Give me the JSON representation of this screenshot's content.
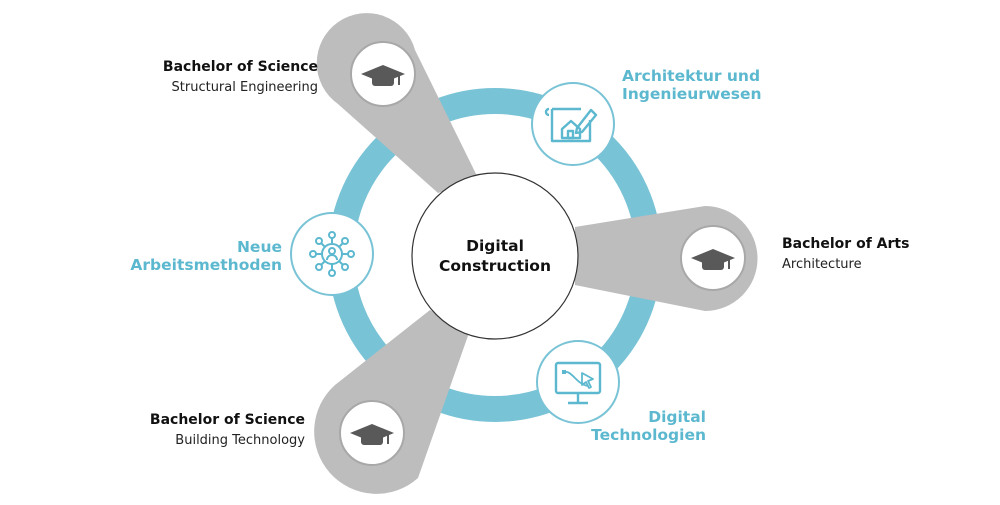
{
  "center": {
    "line1": "Digital",
    "line2": "Construction"
  },
  "degrees": [
    {
      "title": "Bachelor of Science",
      "subtitle": "Structural Engineering",
      "icon": "graduation-cap-icon"
    },
    {
      "title": "Bachelor of Arts",
      "subtitle": "Architecture",
      "icon": "graduation-cap-icon"
    },
    {
      "title": "Bachelor of Science",
      "subtitle": "Building Technology",
      "icon": "graduation-cap-icon"
    }
  ],
  "topics": [
    {
      "line1": "Architektur und",
      "line2": "Ingenieurwesen",
      "icon": "blueprint-house-icon"
    },
    {
      "line1": "Digital",
      "line2": "Technologien",
      "icon": "monitor-vector-icon"
    },
    {
      "line1": "Neue",
      "line2": "Arbeitsmethoden",
      "icon": "network-person-icon"
    }
  ],
  "colors": {
    "ring": "#79c3d6",
    "pin": "#bdbdbd",
    "pin_inner": "#a8a8a8",
    "cap": "#595959",
    "accent": "#5cb8cf"
  }
}
